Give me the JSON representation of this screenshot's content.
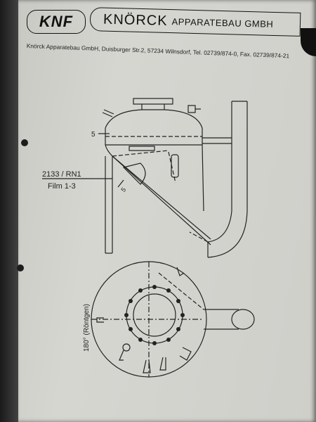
{
  "logo": {
    "text": "KNF"
  },
  "company": {
    "name": "KNÖRCK",
    "suffix": "APPARATEBAU GMBH"
  },
  "address": "Knörck Apparatebau GmbH, Duisburger Str.2,  57234 Wilnsdorf, Tel. 02739/874-0, Fax. 02739/874-21",
  "drawing": {
    "label_weld": "5",
    "label_part": "2133 / RN1",
    "label_film": "Film 1-3",
    "label_weld2": "5",
    "label_angle": "180° (Röntgen)"
  }
}
